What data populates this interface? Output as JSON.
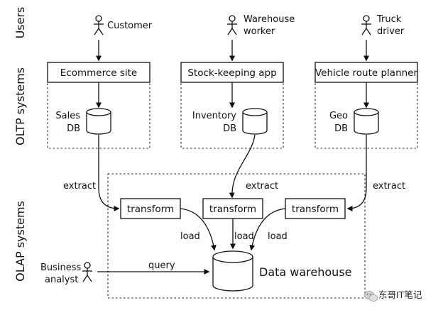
{
  "sections": {
    "users": "Users",
    "oltp": "OLTP systems",
    "olap": "OLAP systems"
  },
  "actors": {
    "customer": "Customer",
    "warehouse_worker_line1": "Warehouse",
    "warehouse_worker_line2": "worker",
    "truck_driver_line1": "Truck",
    "truck_driver_line2": "driver",
    "business_analyst_line1": "Business",
    "business_analyst_line2": "analyst"
  },
  "applications": {
    "ecommerce": "Ecommerce site",
    "stock": "Stock-keeping app",
    "route": "Vehicle route planner"
  },
  "databases": {
    "sales_line1": "Sales",
    "sales_line2": "DB",
    "inventory_line1": "Inventory",
    "inventory_line2": "DB",
    "geo_line1": "Geo",
    "geo_line2": "DB"
  },
  "edges": {
    "extract_left": "extract",
    "extract_middle": "extract",
    "extract_right": "extract",
    "load_left": "load",
    "load_middle": "load",
    "load_right": "load",
    "query": "query"
  },
  "transforms": {
    "left": "transform",
    "middle": "transform",
    "right": "transform"
  },
  "warehouse": {
    "label": "Data warehouse"
  },
  "watermark": {
    "text": "东哥IT笔记",
    "icon": "wechat-icon"
  }
}
